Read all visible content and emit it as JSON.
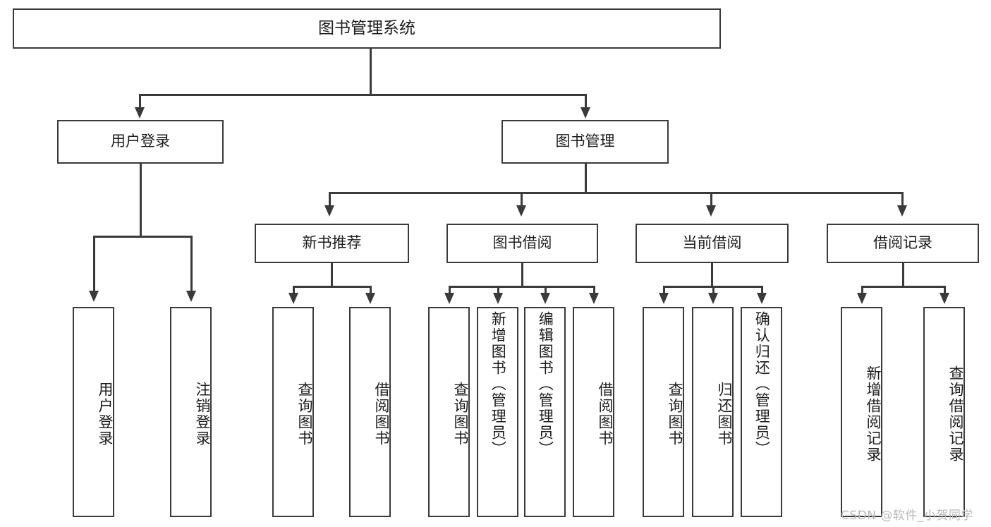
{
  "diagram": {
    "title": "图书管理系统",
    "type": "tree-hierarchy",
    "watermark": "CSDN @软件_小贺同学",
    "colors": {
      "stroke": "#3a3a3a",
      "fill": "#ffffff",
      "text": "#1c1c1c",
      "watermark": "#b9b9b9"
    },
    "root": {
      "label": "图书管理系统"
    },
    "level2": [
      {
        "label": "用户登录"
      },
      {
        "label": "图书管理"
      }
    ],
    "level3": [
      {
        "label": "新书推荐"
      },
      {
        "label": "图书借阅"
      },
      {
        "label": "当前借阅"
      },
      {
        "label": "借阅记录"
      }
    ],
    "leaves": {
      "user_login": [
        {
          "label": "用户登录"
        },
        {
          "label": "注销登录"
        }
      ],
      "new_book_recommend": [
        {
          "label": "查询图书"
        },
        {
          "label": "借阅图书"
        }
      ],
      "book_borrow": [
        {
          "label": "查询图书"
        },
        {
          "label": "新增图书（管理员）"
        },
        {
          "label": "编辑图书（管理员）"
        },
        {
          "label": "借阅图书"
        }
      ],
      "current_borrow": [
        {
          "label": "查询图书"
        },
        {
          "label": "归还图书"
        },
        {
          "label": "确认归还（管理员）"
        }
      ],
      "borrow_record": [
        {
          "label": "新增借阅记录"
        },
        {
          "label": "查询借阅记录"
        }
      ]
    }
  }
}
